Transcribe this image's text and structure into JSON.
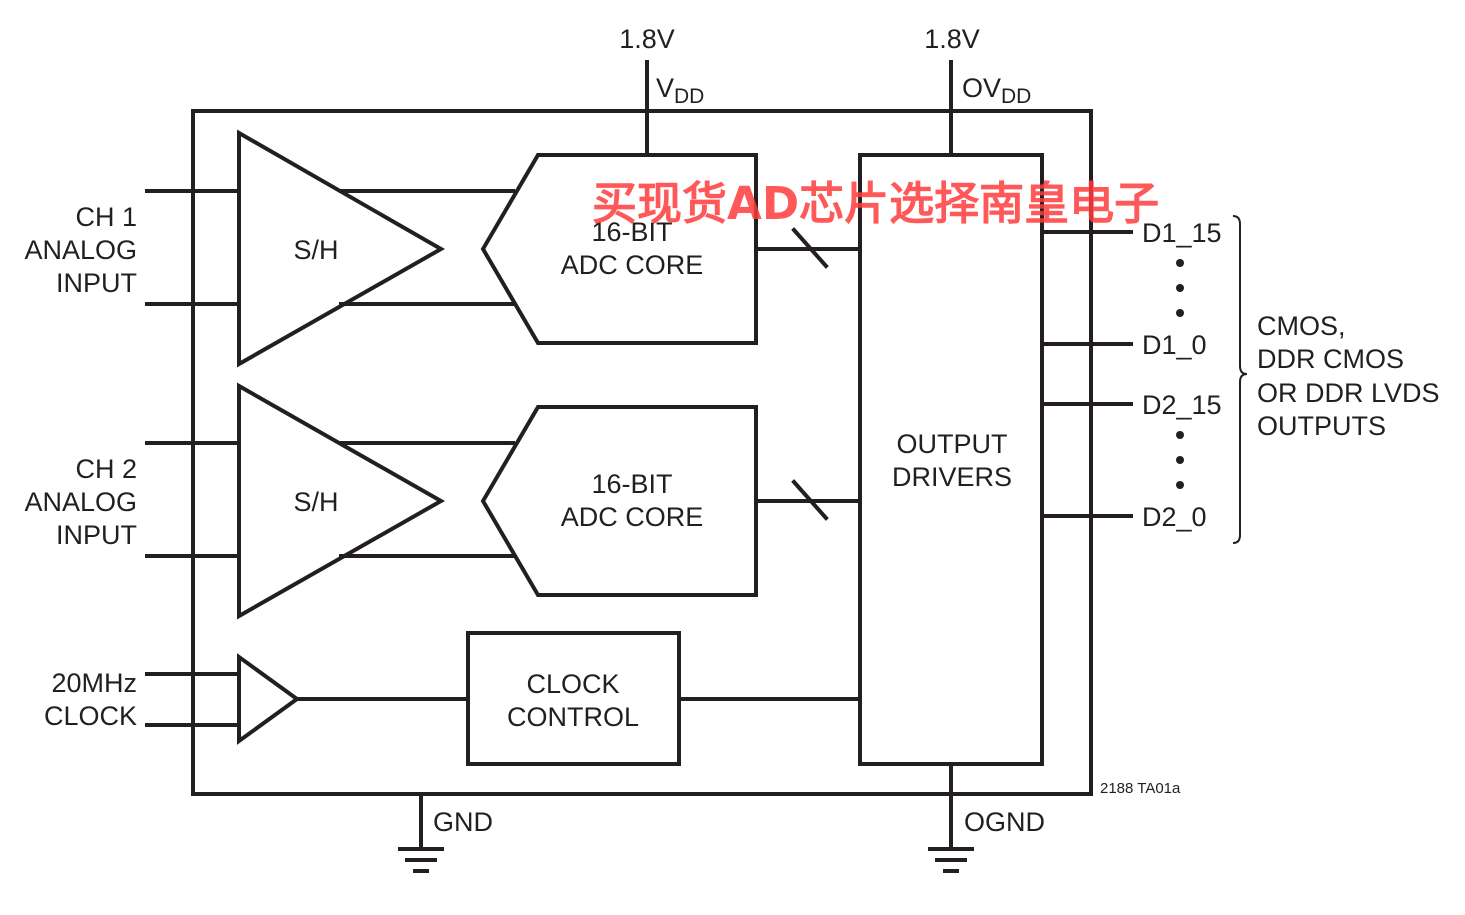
{
  "supply": {
    "vdd_voltage": "1.8V",
    "vdd_label_main": "V",
    "vdd_label_sub": "DD",
    "ovdd_voltage": "1.8V",
    "ovdd_label_main": "OV",
    "ovdd_label_sub": "DD"
  },
  "inputs": {
    "ch1": [
      "CH 1",
      "ANALOG",
      "INPUT"
    ],
    "ch2": [
      "CH 2",
      "ANALOG",
      "INPUT"
    ],
    "clock": [
      "20MHz",
      "CLOCK"
    ]
  },
  "blocks": {
    "sh1": "S/H",
    "sh2": "S/H",
    "adc1": [
      "16-BIT",
      "ADC CORE"
    ],
    "adc2": [
      "16-BIT",
      "ADC CORE"
    ],
    "clock_control": [
      "CLOCK",
      "CONTROL"
    ],
    "output_drivers": [
      "OUTPUT",
      "DRIVERS"
    ]
  },
  "outputs": {
    "pins": [
      "D1_15",
      "D1_0",
      "D2_15",
      "D2_0"
    ],
    "description": [
      "CMOS,",
      "DDR CMOS",
      "OR DDR LVDS",
      "OUTPUTS"
    ]
  },
  "grounds": {
    "gnd": "GND",
    "ognd": "OGND"
  },
  "figure_id": "2188 TA01a",
  "watermark": "买现货AD芯片选择南皇电子",
  "colors": {
    "line": "#231f20",
    "watermark": "#ff3b3b"
  }
}
